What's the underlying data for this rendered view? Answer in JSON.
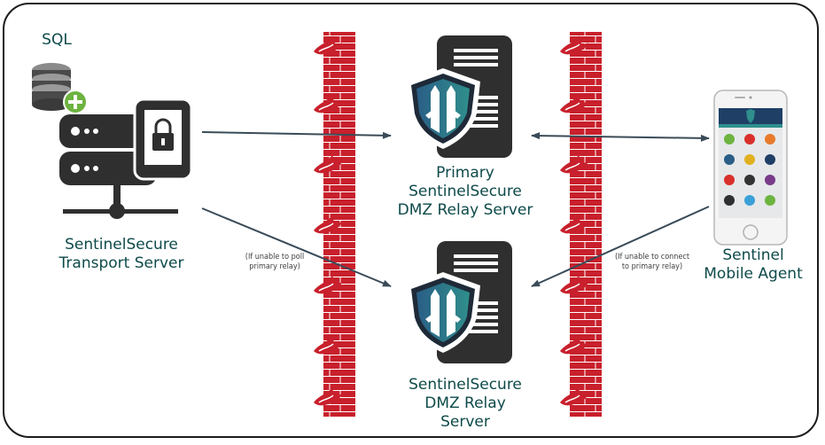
{
  "colors": {
    "frame": "#1c1c1c",
    "label": "#0e4a4a",
    "arrow": "#3a4b58",
    "firewall": "#c8202c",
    "server": "#2f2f2f",
    "shield_blue": "#2a5e86",
    "shield_teal": "#2f8f8c",
    "sql_plus": "#6db33f"
  },
  "icons": {
    "sql": "database-icon",
    "transport": "server-lock-icon",
    "relay": "shield-server-icon",
    "firewall": "firewall-icon",
    "phone": "smartphone-icon"
  },
  "nodes": {
    "sql": {
      "label": "SQL"
    },
    "transport": {
      "line1": "SentinelSecure",
      "line2": "Transport Server"
    },
    "primary_relay": {
      "line1": "Primary",
      "line2": "SentinelSecure",
      "line3": "DMZ Relay Server"
    },
    "secondary_relay": {
      "line1": "SentinelSecure",
      "line2": "DMZ Relay",
      "line3": "Server"
    },
    "mobile": {
      "line1": "Sentinel",
      "line2": "Mobile Agent"
    }
  },
  "notes": {
    "left": {
      "line1": "(If unable to poll",
      "line2": "primary relay)"
    },
    "right": {
      "line1": "(If unable to connect",
      "line2": "to primary relay)"
    }
  }
}
